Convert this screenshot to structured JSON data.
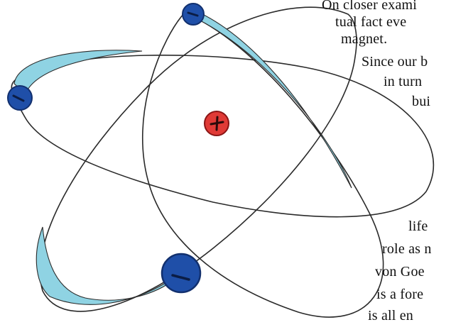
{
  "text_lines": [
    "On closer exami",
    "tual fact eve",
    "magnet.",
    "Since our b",
    "in turn",
    "bui",
    "life",
    "role as n",
    "von Goe",
    "is a fore",
    "is all en"
  ],
  "colors": {
    "orbit_stroke": "#2a2a2a",
    "electron_fill": "#1f4fa8",
    "electron_dark": "#12306e",
    "trail_fill": "#8fd3e3",
    "nucleus_fill": "#e03a36",
    "nucleus_dark": "#8a1515"
  },
  "icons": {
    "electron": "electron-icon",
    "nucleus": "nucleus-icon",
    "minus": "minus-sign",
    "plus": "plus-sign"
  }
}
